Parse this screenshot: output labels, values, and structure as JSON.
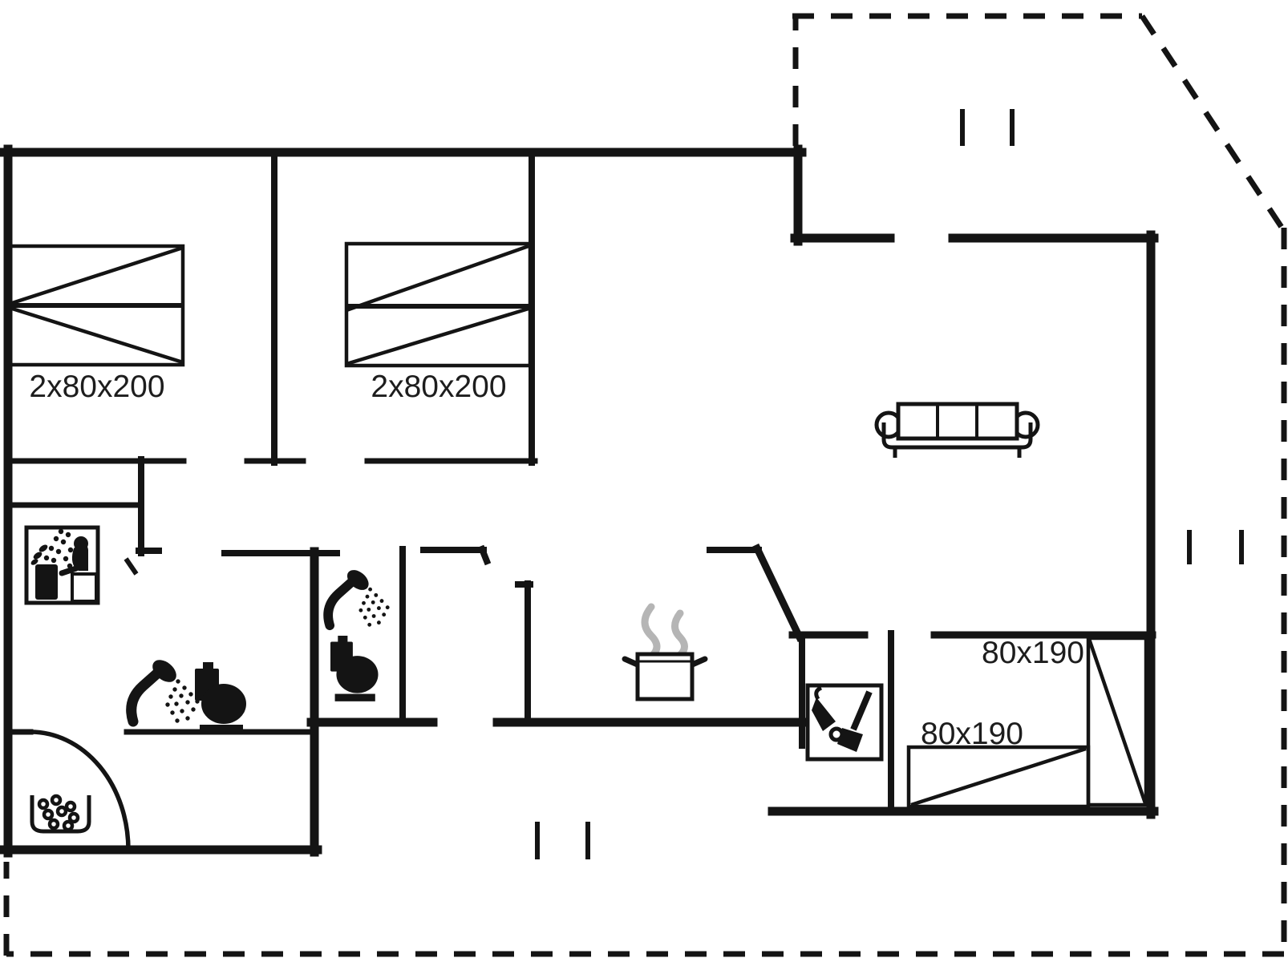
{
  "page": {
    "background": "#ffffff"
  },
  "floorplan": {
    "kind": "holiday-house-floor-plan",
    "colors": {
      "wall": "#141414",
      "steam": "#b5b5b5",
      "label": "#1d1d1d",
      "background": "#ffffff"
    },
    "labels": {
      "bed_double_left": "2x80x200",
      "bed_double_middle": "2x80x200",
      "bed_single_top": "80x190",
      "bed_single_bottom": "80x190"
    },
    "icons": [
      "sauna-person-icon",
      "sauna-stones-icon",
      "shower-icon",
      "toilet-icon",
      "cooking-pot-icon",
      "sofa-icon",
      "vacuum-broom-icon",
      "door-swing-arc",
      "window-tick-marks",
      "terrace-dashed-outline"
    ]
  }
}
